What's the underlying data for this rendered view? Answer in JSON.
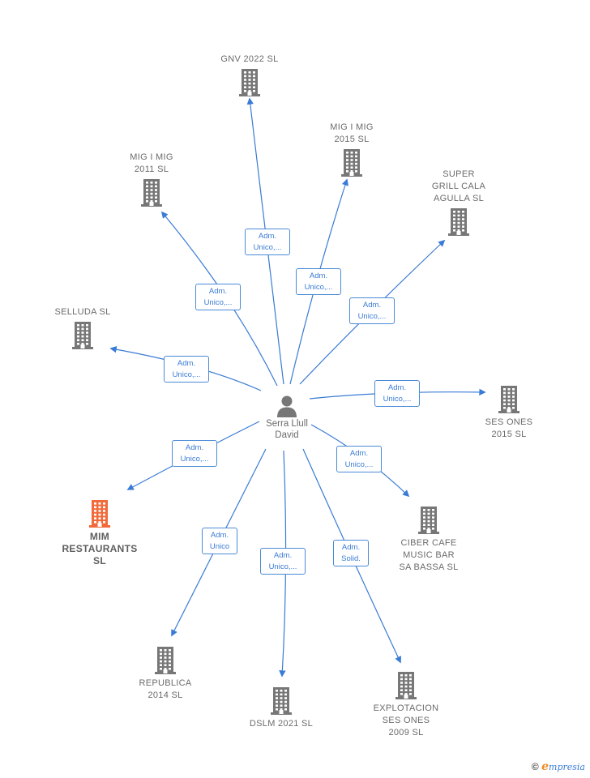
{
  "person": {
    "name_line1": "Serra Llull",
    "name_line2": "David"
  },
  "colors": {
    "link": "#3a7bd5",
    "building": "#777777",
    "highlight": "#f26a3a"
  },
  "companies": [
    {
      "id": "gnv",
      "label": "GNV 2022  SL"
    },
    {
      "id": "mig2015",
      "label": "MIG I MIG\n2015  SL"
    },
    {
      "id": "mig2011",
      "label": "MIG I MIG\n2011 SL"
    },
    {
      "id": "super",
      "label": "SUPER\nGRILL CALA\nAGULLA  SL"
    },
    {
      "id": "selluda",
      "label": "SELLUDA  SL"
    },
    {
      "id": "sesones",
      "label": "SES ONES\n2015  SL"
    },
    {
      "id": "mim",
      "label": "MIM\nRESTAURANTS\nSL"
    },
    {
      "id": "ciber",
      "label": "CIBER CAFE\nMUSIC BAR\nSA BASSA  SL"
    },
    {
      "id": "republica",
      "label": "REPUBLICA\n2014  SL"
    },
    {
      "id": "dslm",
      "label": "DSLM 2021  SL"
    },
    {
      "id": "explot",
      "label": "EXPLOTACION\nSES ONES\n2009 SL"
    }
  ],
  "relations": [
    {
      "to": "gnv",
      "line1": "Adm.",
      "line2": "Unico,..."
    },
    {
      "to": "mig2015",
      "line1": "Adm.",
      "line2": "Unico,..."
    },
    {
      "to": "mig2011",
      "line1": "Adm.",
      "line2": "Unico,..."
    },
    {
      "to": "super",
      "line1": "Adm.",
      "line2": "Unico,..."
    },
    {
      "to": "selluda",
      "line1": "Adm.",
      "line2": "Unico,..."
    },
    {
      "to": "sesones",
      "line1": "Adm.",
      "line2": "Unico,..."
    },
    {
      "to": "mim",
      "line1": "Adm.",
      "line2": "Unico,..."
    },
    {
      "to": "ciber",
      "line1": "Adm.",
      "line2": "Unico,..."
    },
    {
      "to": "republica",
      "line1": "Adm.",
      "line2": "Unico"
    },
    {
      "to": "dslm",
      "line1": "Adm.",
      "line2": "Unico,..."
    },
    {
      "to": "explot",
      "line1": "Adm.",
      "line2": "Solid."
    }
  ],
  "brand": {
    "copyright": "©",
    "e": "e",
    "rest": "mpresia"
  }
}
